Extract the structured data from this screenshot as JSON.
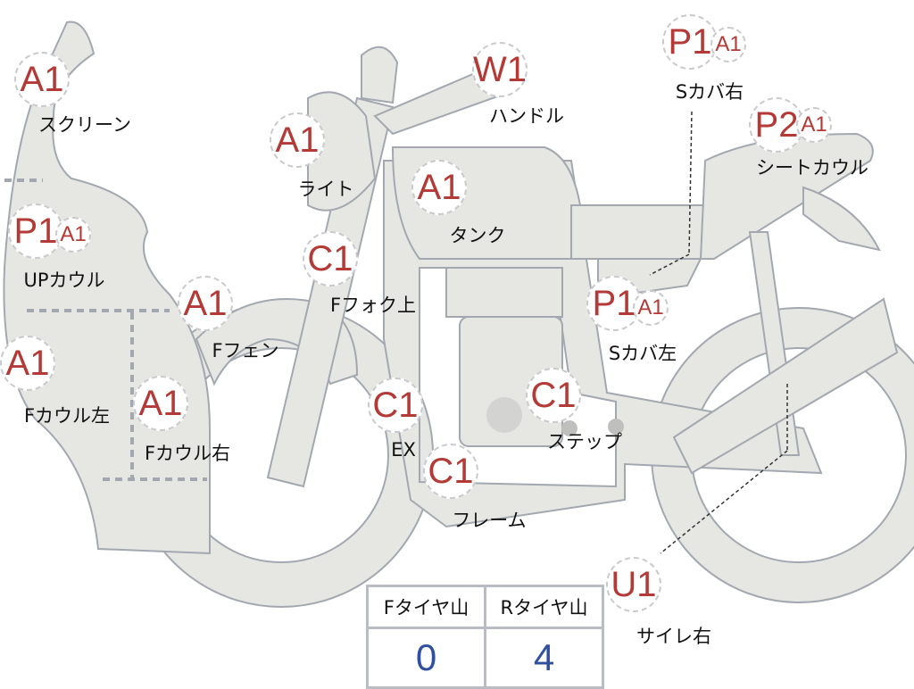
{
  "parts": [
    {
      "id": "screen",
      "grade": "A1",
      "label": "スクリーン"
    },
    {
      "id": "up-cowl",
      "grade": "P1",
      "sub": "A1",
      "label": "UPカウル"
    },
    {
      "id": "f-cowl-left",
      "grade": "A1",
      "label": "Fカウル左"
    },
    {
      "id": "f-cowl-right",
      "grade": "A1",
      "label": "Fカウル右"
    },
    {
      "id": "f-fender",
      "grade": "A1",
      "label": "Fフェン"
    },
    {
      "id": "light",
      "grade": "A1",
      "label": "ライト"
    },
    {
      "id": "f-fork-upper",
      "grade": "C1",
      "label": "Fフォク上"
    },
    {
      "id": "tank",
      "grade": "A1",
      "label": "タンク"
    },
    {
      "id": "handle",
      "grade": "W1",
      "label": "ハンドル"
    },
    {
      "id": "s-cover-right",
      "grade": "P1",
      "sub": "A1",
      "label": "Sカバ右"
    },
    {
      "id": "seat-cowl",
      "grade": "P2",
      "sub": "A1",
      "label": "シートカウル"
    },
    {
      "id": "s-cover-left",
      "grade": "P1",
      "sub": "A1",
      "label": "Sカバ左"
    },
    {
      "id": "ex",
      "grade": "C1",
      "label": "EX"
    },
    {
      "id": "step",
      "grade": "C1",
      "label": "ステップ"
    },
    {
      "id": "frame",
      "grade": "C1",
      "label": "フレーム"
    },
    {
      "id": "silencer-right",
      "grade": "U1",
      "label": "サイレ右"
    }
  ],
  "tires": {
    "front_header": "Fタイヤ山",
    "rear_header": "Rタイヤ山",
    "front_value": "0",
    "rear_value": "4"
  },
  "colors": {
    "part_fill": "#e6e7e3",
    "part_stroke": "#a3a8b0",
    "grade": "#b33a36",
    "value": "#2f4f9f"
  }
}
